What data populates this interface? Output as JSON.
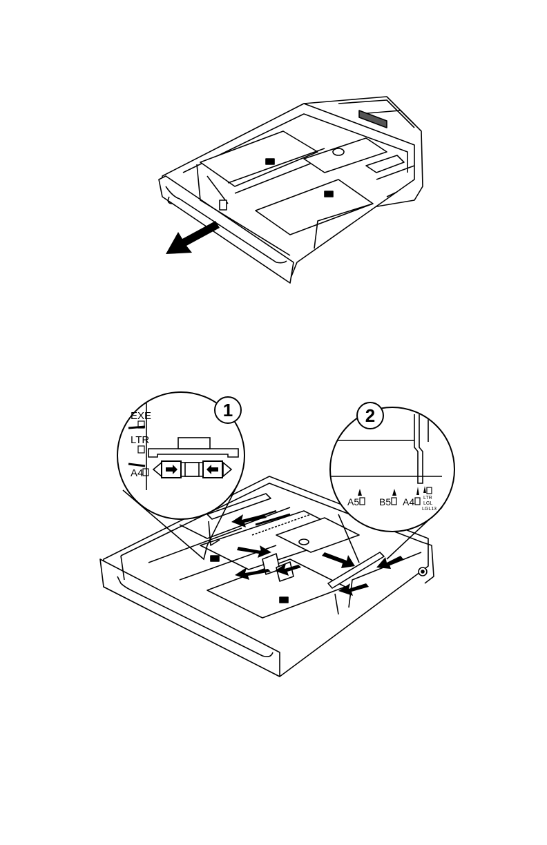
{
  "figure1": {
    "icons": [
      "pull-out-arrow-icon",
      "paper-tray-icon"
    ]
  },
  "figure2": {
    "callout1": {
      "number": "1",
      "size_labels": [
        "EXE",
        "LTR",
        "A4"
      ]
    },
    "callout2": {
      "number": "2",
      "size_labels": [
        "A5",
        "B5",
        "A4"
      ],
      "small_labels": [
        "LTR",
        "LGL",
        "LGL13"
      ]
    },
    "icons": [
      "paper-tray-icon",
      "guide-arrow-icon",
      "orientation-square-icon"
    ]
  }
}
